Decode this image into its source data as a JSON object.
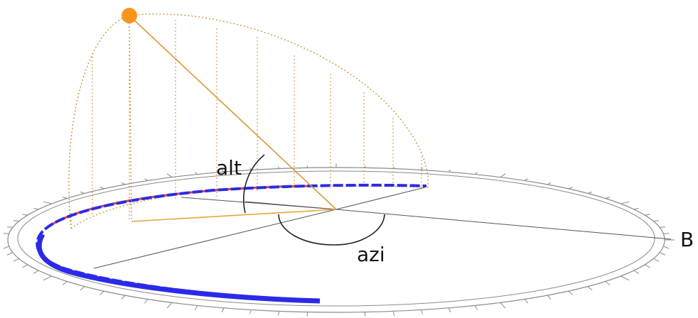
{
  "diagram": {
    "labels": {
      "altitude": "alt",
      "azimuth": "azi",
      "direction": "B"
    },
    "colors": {
      "background": "#ffffff",
      "sun": "#f7941d",
      "sun_path": "#c8902a",
      "sun_ray": "#e0a040",
      "shadow_track": "#2a2ae8",
      "red_track": "#e83a3a",
      "compass_ring": "#8a8a8a",
      "construction_lines": "#555555",
      "angle_arcs": "#222222"
    },
    "icons": {
      "sun": "sun-icon"
    }
  }
}
